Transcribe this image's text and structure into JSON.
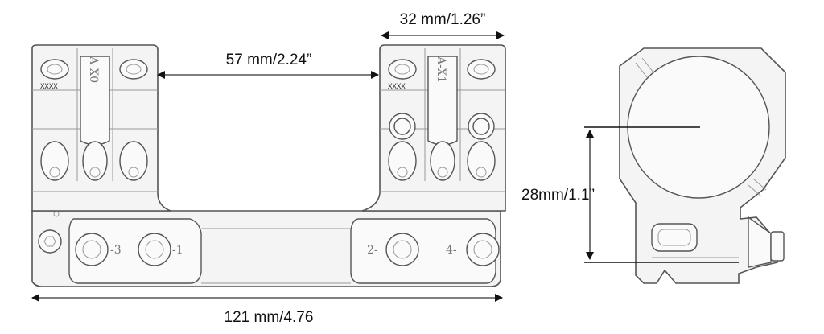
{
  "dimensions": {
    "width_top": "32 mm/1.26”",
    "gap": "57 mm/2.24”",
    "length": "121 mm/4.76",
    "height": "28mm/1.1”"
  },
  "engravings": {
    "left_ring": "A-X0",
    "right_ring": "A-X1",
    "serial_left": "XXXX",
    "serial_right": "XXXX",
    "screw_3": "-3",
    "screw_1": "-1",
    "screw_2": "2-",
    "screw_4": "4-"
  },
  "colors": {
    "line": "#555555",
    "arrow": "#111111",
    "fill": "#f4f4f4"
  }
}
